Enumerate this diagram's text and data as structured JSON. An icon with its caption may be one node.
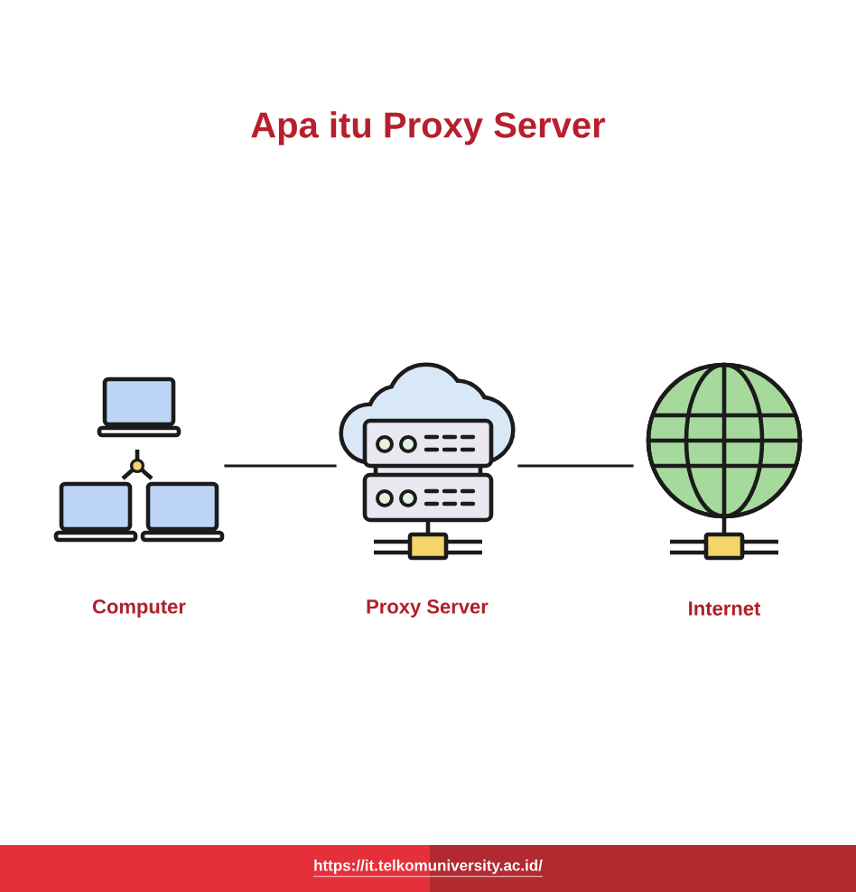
{
  "diagram": {
    "title": "Apa itu Proxy Server",
    "nodes": [
      {
        "text": [],
        "shape": "picture",
        "beside": [
          "Computer"
        ]
      },
      {
        "text": [],
        "shape": "picture",
        "beside": [
          "Proxy Server"
        ]
      },
      {
        "text": [],
        "shape": "picture",
        "beside": [
          "Internet"
        ]
      }
    ],
    "edges": [
      {
        "from": 0,
        "to": 1,
        "arrow": "none"
      },
      {
        "from": 1,
        "to": 2,
        "arrow": "none"
      }
    ],
    "labels": [
      "https://it.telkomuniversity.ac.id/"
    ]
  }
}
